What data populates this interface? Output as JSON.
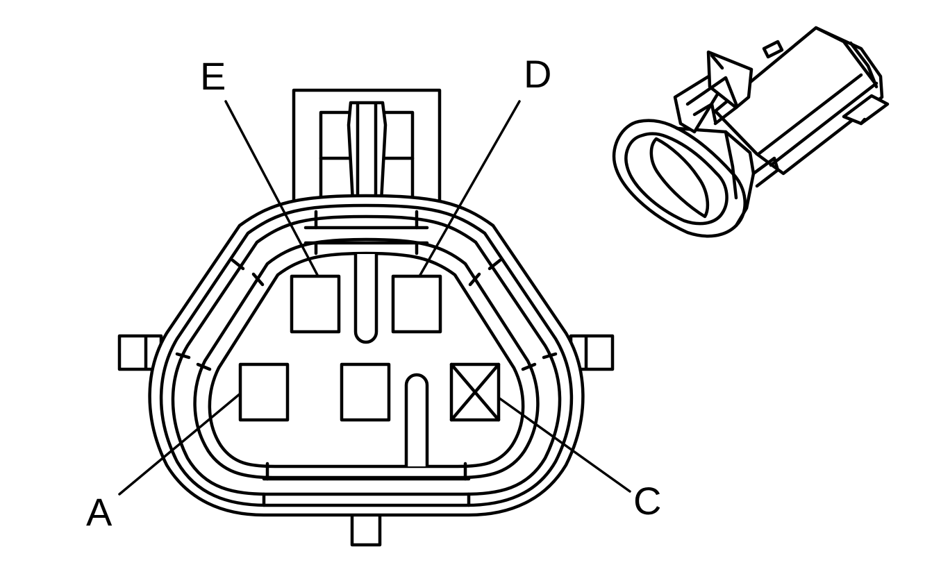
{
  "labels": {
    "e": "E",
    "d": "D",
    "a": "A",
    "c": "C"
  },
  "colors": {
    "ink": "#000000",
    "background": "#ffffff"
  }
}
